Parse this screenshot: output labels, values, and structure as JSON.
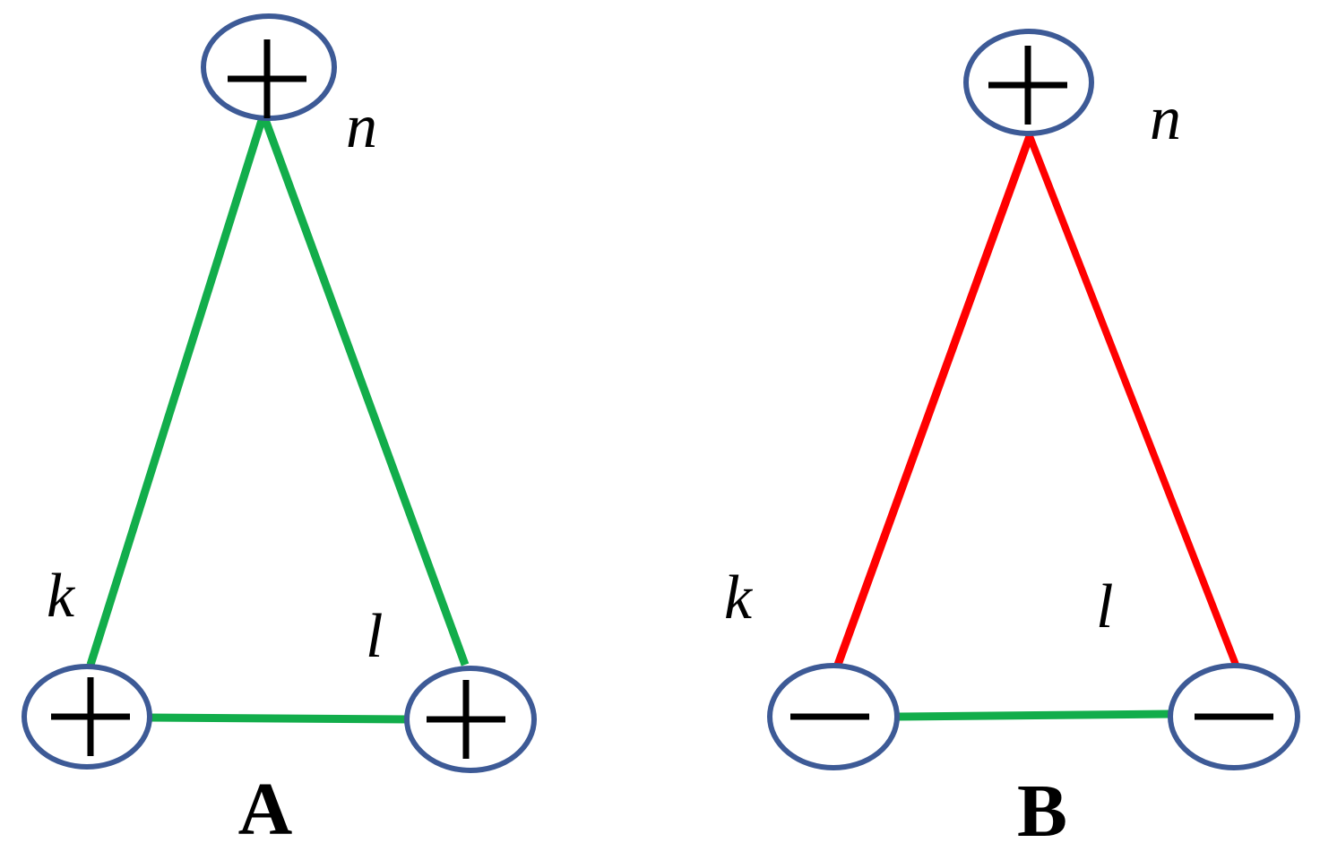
{
  "colors": {
    "positive_edge": "#12ad4b",
    "negative_edge": "#ff0000",
    "node_outline": "#3d5a96"
  },
  "panels": [
    {
      "label": "A",
      "nodes": {
        "n": "+",
        "k": "+",
        "l": "+"
      },
      "labels": {
        "n": "n",
        "k": "k",
        "l": "l"
      },
      "edges": [
        {
          "from": "n",
          "to": "k",
          "sign": "positive"
        },
        {
          "from": "n",
          "to": "l",
          "sign": "positive"
        },
        {
          "from": "k",
          "to": "l",
          "sign": "positive"
        }
      ]
    },
    {
      "label": "B",
      "nodes": {
        "n": "+",
        "k": "−",
        "l": "−"
      },
      "labels": {
        "n": "n",
        "k": "k",
        "l": "l"
      },
      "edges": [
        {
          "from": "n",
          "to": "k",
          "sign": "negative"
        },
        {
          "from": "n",
          "to": "l",
          "sign": "negative"
        },
        {
          "from": "k",
          "to": "l",
          "sign": "positive"
        }
      ]
    }
  ]
}
